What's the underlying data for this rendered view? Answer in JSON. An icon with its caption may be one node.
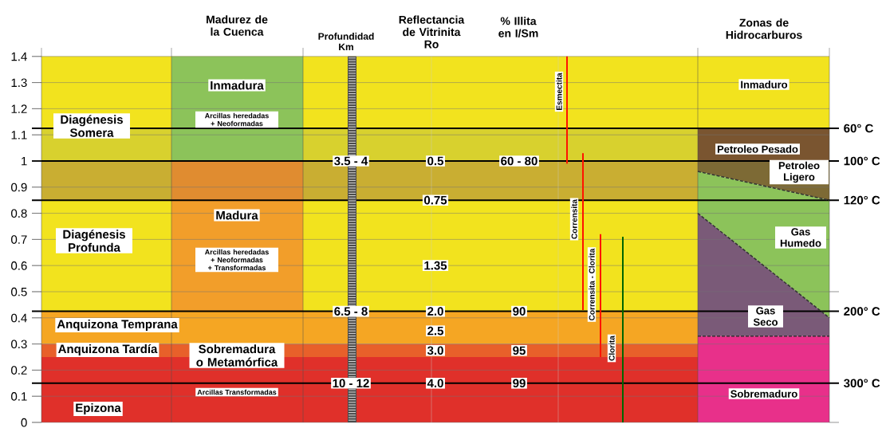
{
  "diagram": {
    "nodes": [
      {
        "text": [
          "Inmadura",
          "Arcillas heredadas + Neoformadas"
        ]
      },
      {
        "text": [
          "Madura",
          "Arcillas heredadas + Neoformadas + Transformadas"
        ]
      },
      {
        "text": [
          "Sobremadura o Metamórfica",
          "Arcillas Transformadas"
        ]
      },
      {
        "text": [
          "Inmaduro"
        ]
      },
      {
        "text": [
          "Petroleo Pesado"
        ]
      },
      {
        "text": [
          "Petroleo Ligero"
        ]
      },
      {
        "text": [
          "Gas Humedo"
        ]
      },
      {
        "text": [
          "Gas Seco"
        ]
      },
      {
        "text": [
          "Sobremaduro"
        ]
      },
      {
        "text": [
          "Diagénesis Somera"
        ]
      },
      {
        "text": [
          "Diagénesis Profunda"
        ]
      },
      {
        "text": [
          "Anquizona Temprana"
        ]
      },
      {
        "text": [
          "Anquizona Tardía"
        ]
      },
      {
        "text": [
          "Epizona"
        ]
      }
    ],
    "labels": [
      "Madurez de la Cuenca",
      "Profundidad Km",
      "Reflectancia de Vitrinita Ro",
      "% Illita en I/Sm",
      "Zonas de Hidrocarburos",
      "1.4",
      "1.3",
      "1.2",
      "1.1",
      "1",
      "0.9",
      "0.8",
      "0.7",
      "0.6",
      "0.5",
      "0.4",
      "0.3",
      "0.2",
      "0.1",
      "0",
      "3.5 - 4",
      "6.5 - 8",
      "10 - 12",
      "0.5",
      "0.75",
      "1.35",
      "2.0",
      "2.5",
      "3.0",
      "4.0",
      "60 - 80",
      "90",
      "95",
      "99",
      "Esmectita",
      "Corrensita",
      "Corrensita - Clorita",
      "Clorita",
      "60° C",
      "100° C",
      "120° C",
      "200° C",
      "300° C"
    ]
  }
}
